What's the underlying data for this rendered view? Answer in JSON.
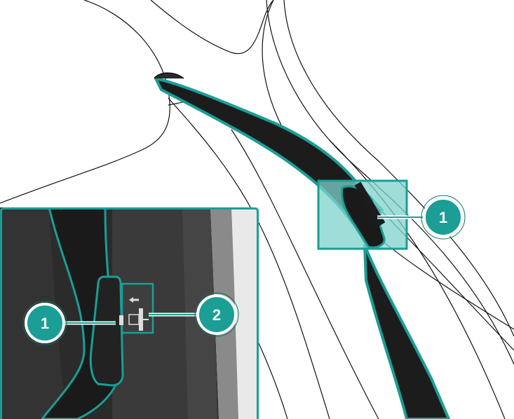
{
  "colors": {
    "accent": "#1a9e96",
    "accent_dark": "#0f6f69",
    "highlight_fill": "#7fd3cb",
    "belt": "#1c1c1c",
    "line": "#111111",
    "inset_bg": "#2b2b2b"
  },
  "callouts": [
    {
      "id": "main",
      "label": "1"
    },
    {
      "id": "inset-1",
      "label": "1"
    },
    {
      "id": "inset-2",
      "label": "2"
    }
  ],
  "icons": {
    "arrow": "arrow-left-icon",
    "slider": "height-adjuster-icon"
  }
}
